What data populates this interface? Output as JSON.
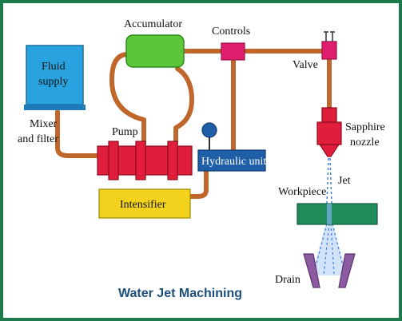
{
  "diagram": {
    "caption": "Water Jet Machining",
    "labels": {
      "accumulator": "Accumulator",
      "controls": "Controls",
      "fluid_supply_line1": "Fluid",
      "fluid_supply_line2": "supply",
      "mixer_line1": "Mixer",
      "mixer_line2": "and filter",
      "pump": "Pump",
      "hydraulic_unit": "Hydraulic unit",
      "intensifier": "Intensifier",
      "valve": "Valve",
      "sapphire_line1": "Sapphire",
      "sapphire_line2": "nozzle",
      "jet": "Jet",
      "workpiece": "Workpiece",
      "drain": "Drain"
    },
    "colors": {
      "frame": "#1d7a4a",
      "pipe": "#c0662a",
      "fluid_supply": "#29a3e0",
      "accumulator": "#5cc63a",
      "pump": "#e01e3c",
      "intensifier": "#f2d21c",
      "hydraulic_unit": "#1f5fa8",
      "controls_valve": "#e01e6e",
      "workpiece": "#1f8c5a",
      "drain": "#8c5aa0",
      "jet": "#3a78d8"
    }
  }
}
